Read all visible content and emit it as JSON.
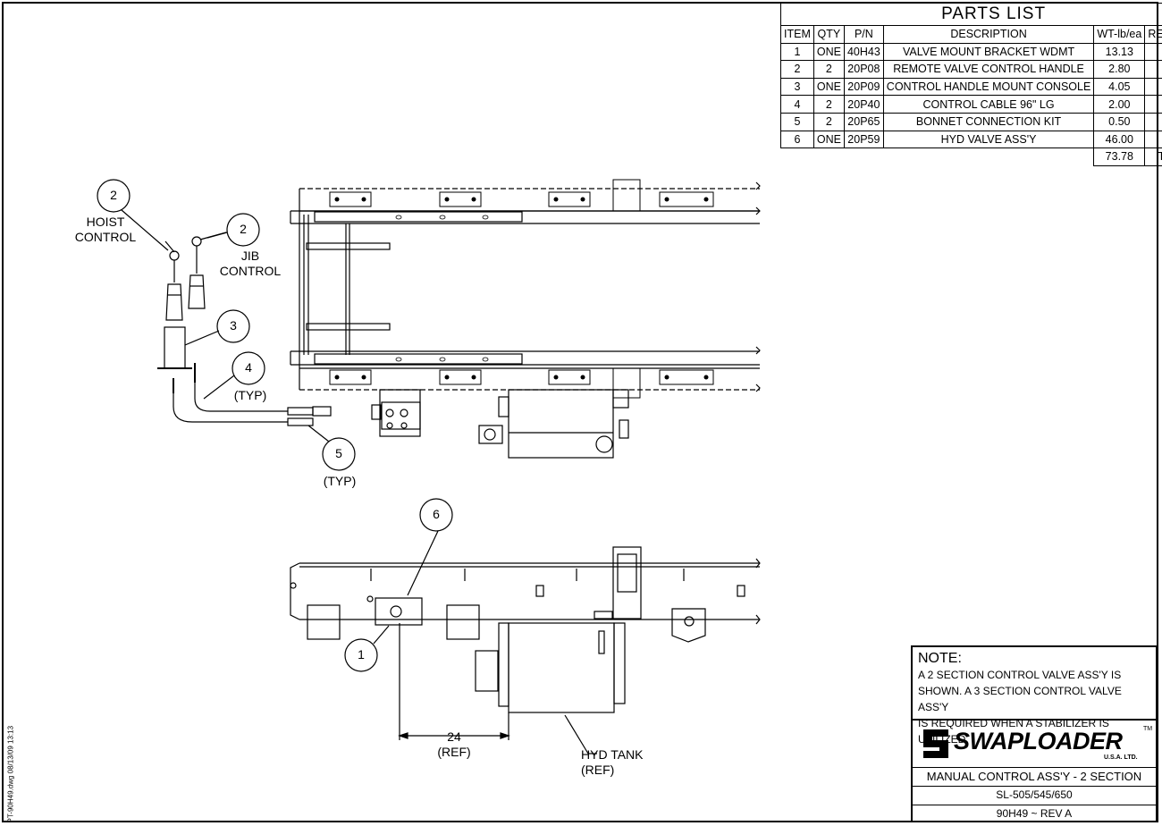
{
  "parts_list": {
    "title": "PARTS LIST",
    "headers": [
      "ITEM",
      "QTY",
      "P/N",
      "DESCRIPTION",
      "WT-lb/ea",
      "REMARKS"
    ],
    "rows": [
      [
        "1",
        "ONE",
        "40H43",
        "VALVE MOUNT BRACKET WDMT",
        "13.13",
        ""
      ],
      [
        "2",
        "2",
        "20P08",
        "REMOTE VALVE CONTROL HANDLE",
        "2.80",
        ""
      ],
      [
        "3",
        "ONE",
        "20P09",
        "CONTROL HANDLE MOUNT CONSOLE",
        "4.05",
        ""
      ],
      [
        "4",
        "2",
        "20P40",
        "CONTROL CABLE 96\" LG",
        "2.00",
        ""
      ],
      [
        "5",
        "2",
        "20P65",
        "BONNET CONNECTION KIT",
        "0.50",
        ""
      ],
      [
        "6",
        "ONE",
        "20P59",
        "HYD VALVE ASS'Y",
        "46.00",
        ""
      ]
    ],
    "total_weight": "73.78",
    "total_label": "TOTAL"
  },
  "callouts": {
    "c2a": "2",
    "c2b": "2",
    "c3": "3",
    "c4": "4",
    "c5": "5",
    "c6": "6",
    "c1": "1",
    "hoist": "HOIST\nCONTROL",
    "jib": "JIB\nCONTROL",
    "typ4": "(TYP)",
    "typ5": "(TYP)",
    "dim": "24\n(REF)",
    "tank": "HYD TANK\n(REF)"
  },
  "title_block": {
    "note_heading": "NOTE:",
    "note_lines": [
      "A 2 SECTION CONTROL VALVE ASS'Y IS",
      "SHOWN.  A 3 SECTION CONTROL VALVE ASS'Y",
      "IS REQUIRED WHEN A STABILIZER IS UTILIZED"
    ],
    "logo_text": "SWAPLOADER",
    "logo_sub": "U.S.A. LTD.",
    "logo_tm": "TM",
    "drawing_title": "MANUAL CONTROL ASS'Y - 2 SECTION",
    "models": "SL-505/545/650",
    "drawing_number": "90H49 ~ REV A"
  },
  "side_stamp": "PT-90H49.dwg  08/13/09  13:13"
}
